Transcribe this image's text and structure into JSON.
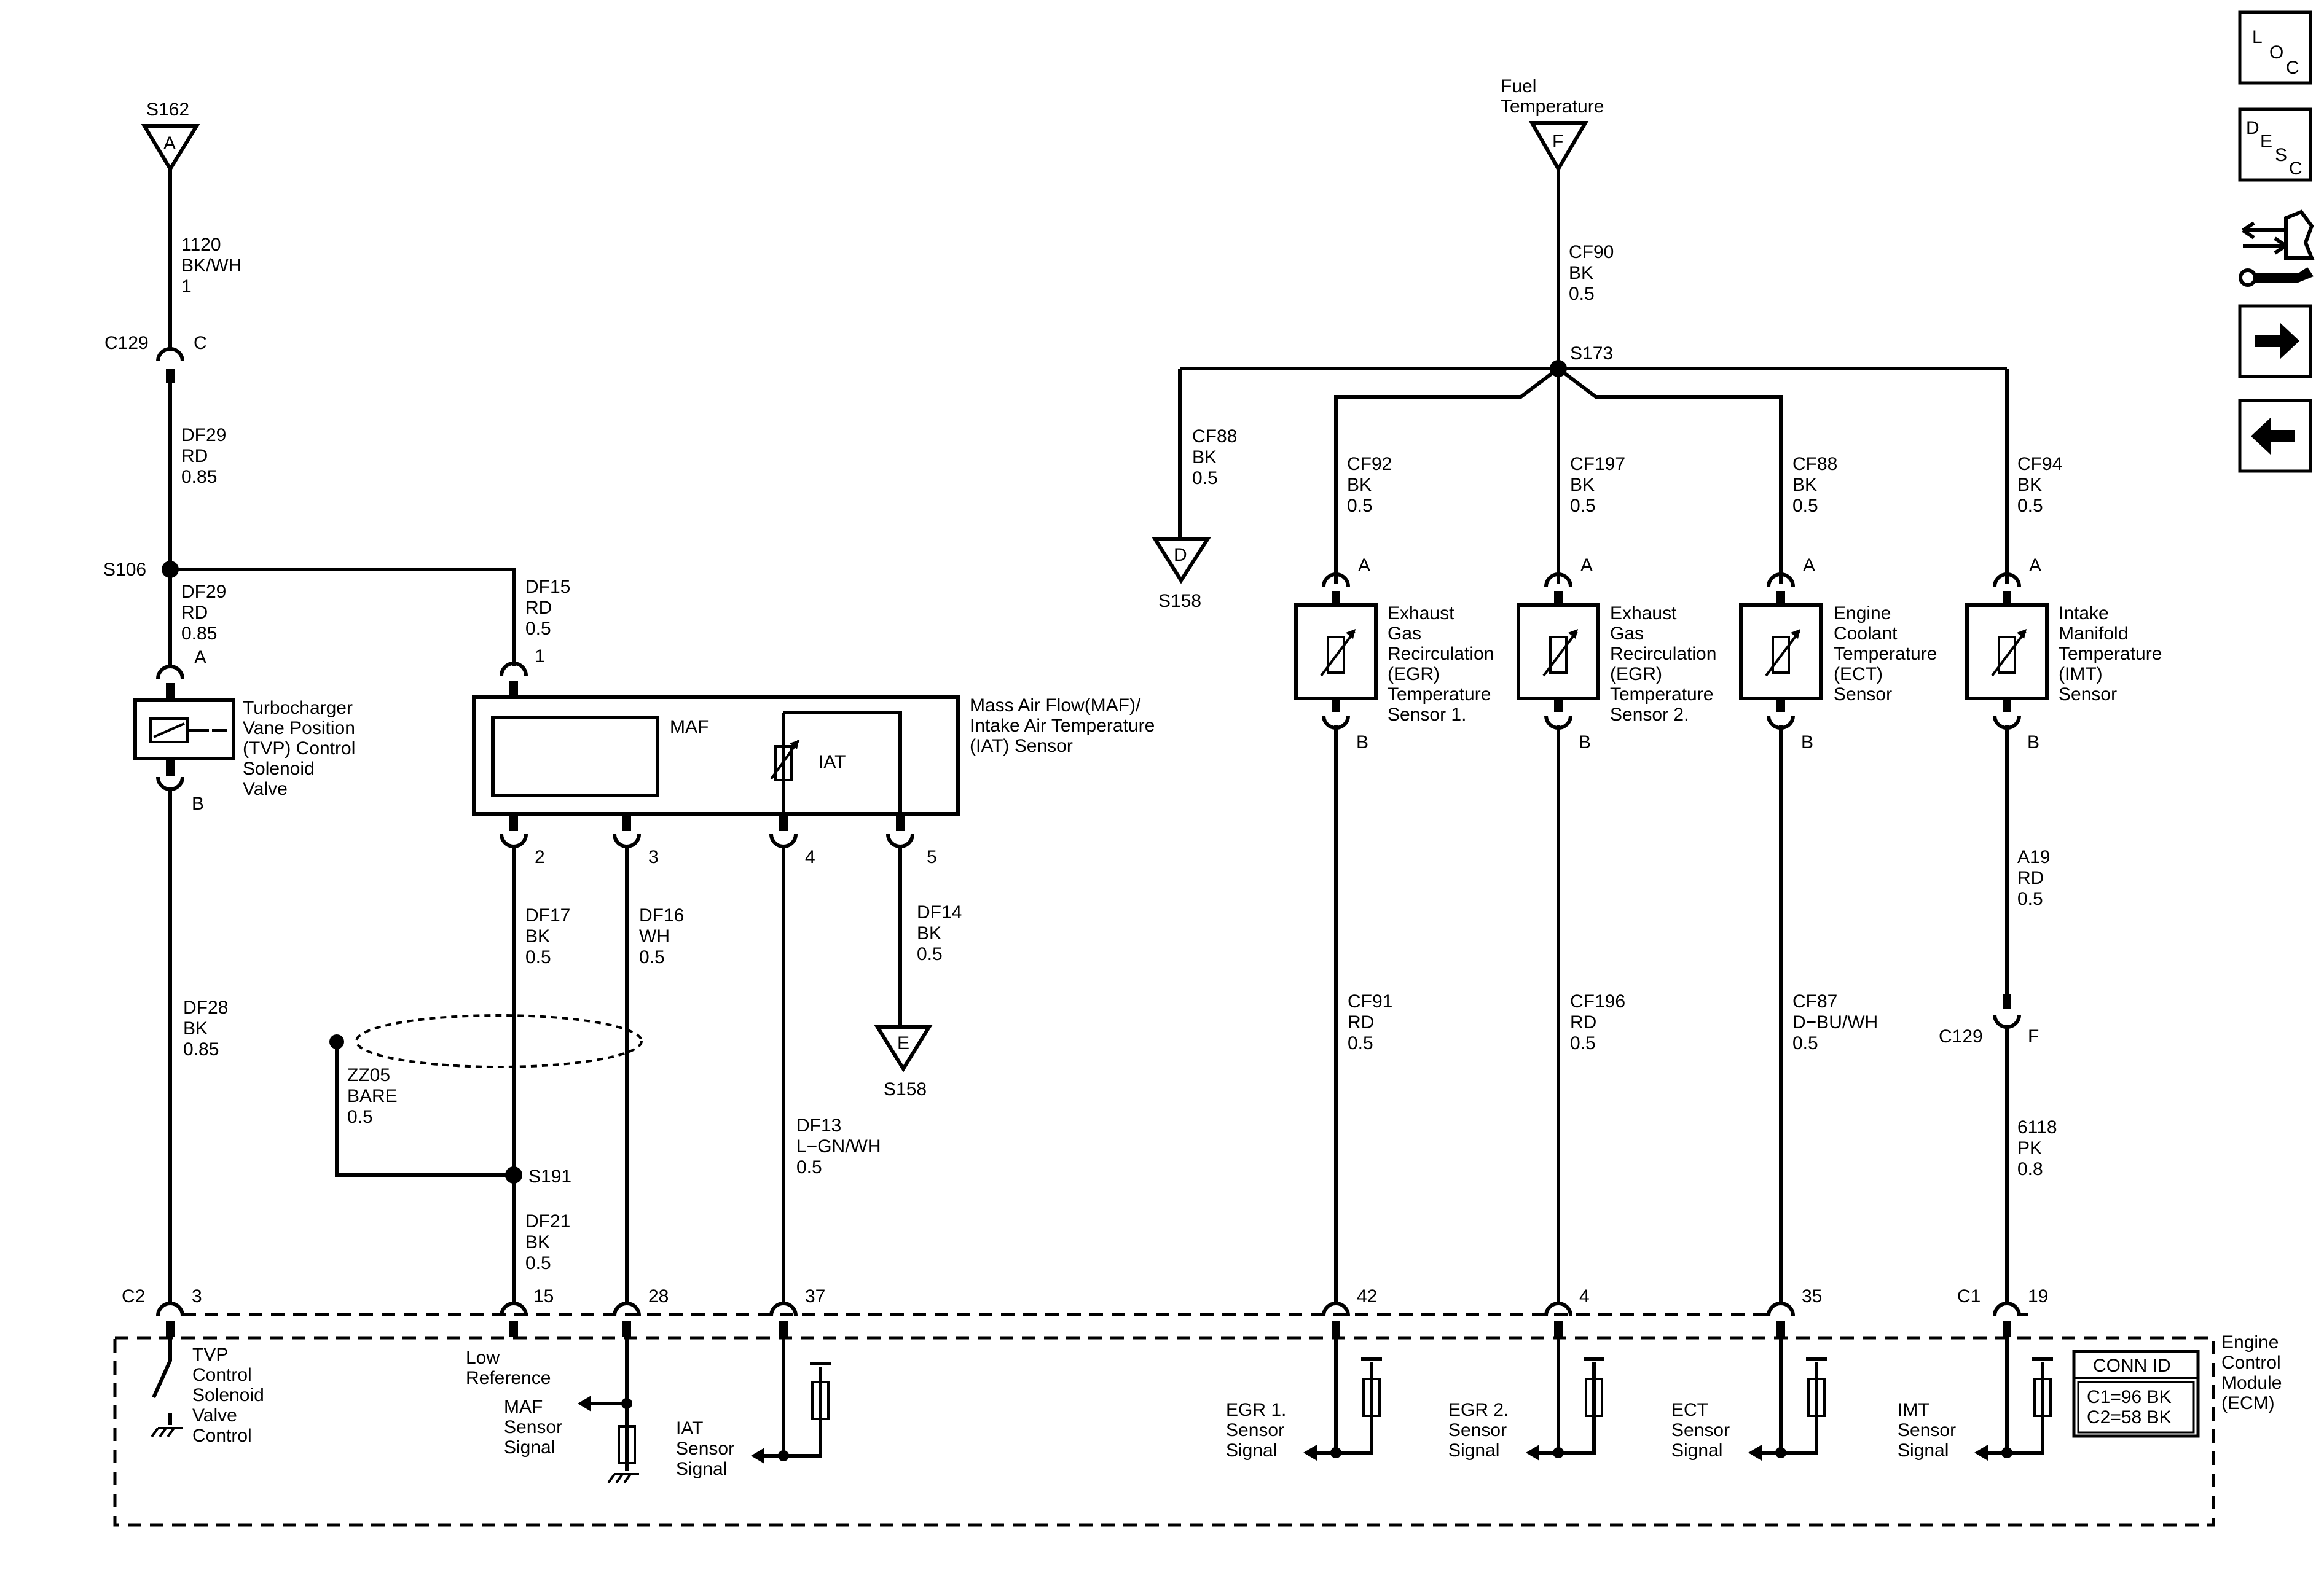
{
  "nav": {
    "loc_letters": [
      "L",
      "O",
      "C"
    ],
    "desc_letters": [
      "D",
      "E",
      "S",
      "C"
    ],
    "service_icon": "connector-wrench-icon",
    "next_icon": "arrow-right-icon",
    "prev_icon": "arrow-left-icon"
  },
  "splices": {
    "s162": "S162",
    "s162_letter": "A",
    "fuel_temp_title": [
      "Fuel",
      "Temperature"
    ],
    "fuel_temp_letter": "F",
    "s173": "S173",
    "s106": "S106",
    "s191": "S191",
    "d_letter": "D",
    "d_label": "S158",
    "e_letter": "E",
    "e_label": "S158"
  },
  "wires": {
    "w1120": [
      "1120",
      "BK/WH",
      "1"
    ],
    "df29a": [
      "DF29",
      "RD",
      "0.85"
    ],
    "df29b": [
      "DF29",
      "RD",
      "0.85"
    ],
    "df15": [
      "DF15",
      "RD",
      "0.5"
    ],
    "df28": [
      "DF28",
      "BK",
      "0.85"
    ],
    "df17": [
      "DF17",
      "BK",
      "0.5"
    ],
    "df16": [
      "DF16",
      "WH",
      "0.5"
    ],
    "df14": [
      "DF14",
      "BK",
      "0.5"
    ],
    "zz05": [
      "ZZ05",
      "BARE",
      "0.5"
    ],
    "df21": [
      "DF21",
      "BK",
      "0.5"
    ],
    "df13": [
      "DF13",
      "L−GN/WH",
      "0.5"
    ],
    "cf90": [
      "CF90",
      "BK",
      "0.5"
    ],
    "cf88a": [
      "CF88",
      "BK",
      "0.5"
    ],
    "cf92": [
      "CF92",
      "BK",
      "0.5"
    ],
    "cf197": [
      "CF197",
      "BK",
      "0.5"
    ],
    "cf88b": [
      "CF88",
      "BK",
      "0.5"
    ],
    "cf94": [
      "CF94",
      "BK",
      "0.5"
    ],
    "cf91": [
      "CF91",
      "RD",
      "0.5"
    ],
    "cf196": [
      "CF196",
      "RD",
      "0.5"
    ],
    "cf87": [
      "CF87",
      "D−BU/WH",
      "0.5"
    ],
    "a19": [
      "A19",
      "RD",
      "0.5"
    ],
    "w6118": [
      "6118",
      "PK",
      "0.8"
    ]
  },
  "connectors": {
    "c129_top": "C129",
    "c129_top_pin": "C",
    "c129_bot": "C129",
    "c129_bot_pin": "F",
    "c2": "C2",
    "c1": "C1",
    "tvp_a": "A",
    "tvp_b": "B",
    "maf_pin1": "1",
    "maf_pin2": "2",
    "maf_pin3": "3",
    "maf_pin4": "4",
    "maf_pin5": "5",
    "egr1_a": "A",
    "egr1_b": "B",
    "egr2_a": "A",
    "egr2_b": "B",
    "ect_a": "A",
    "ect_b": "B",
    "imt_a": "A",
    "imt_b": "B",
    "ecm_pins": [
      "3",
      "15",
      "28",
      "37",
      "42",
      "4",
      "35",
      "19"
    ]
  },
  "components": {
    "tvp": [
      "Turbocharger",
      "Vane Position",
      "(TVP) Control",
      "Solenoid",
      "Valve"
    ],
    "maf_sensor": [
      "Mass Air Flow(MAF)/",
      "Intake Air Temperature",
      "(IAT) Sensor"
    ],
    "maf_inner": "MAF",
    "iat_inner": "IAT",
    "egr1": [
      "Exhaust",
      "Gas",
      "Recirculation",
      "(EGR)",
      "Temperature",
      "Sensor 1."
    ],
    "egr2": [
      "Exhaust",
      "Gas",
      "Recirculation",
      "(EGR)",
      "Temperature",
      "Sensor 2."
    ],
    "ect": [
      "Engine",
      "Coolant",
      "Temperature",
      "(ECT)",
      "Sensor"
    ],
    "imt": [
      "Intake",
      "Manifold",
      "Temperature",
      "(IMT)",
      "Sensor"
    ]
  },
  "ecm": {
    "title": [
      "Engine",
      "Control",
      "Module",
      "(ECM)"
    ],
    "conn_id_title": "CONN ID",
    "conn_id_lines": [
      "C1=96 BK",
      "C2=58 BK"
    ],
    "tvp_ctrl": [
      "TVP",
      "Control",
      "Solenoid",
      "Valve",
      "Control"
    ],
    "low_ref": [
      "Low",
      "Reference"
    ],
    "maf_signal": [
      "MAF",
      "Sensor",
      "Signal"
    ],
    "iat_signal": [
      "IAT",
      "Sensor",
      "Signal"
    ],
    "egr1_signal": [
      "EGR 1.",
      "Sensor",
      "Signal"
    ],
    "egr2_signal": [
      "EGR 2.",
      "Sensor",
      "Signal"
    ],
    "ect_signal": [
      "ECT",
      "Sensor",
      "Signal"
    ],
    "imt_signal": [
      "IMT",
      "Sensor",
      "Signal"
    ]
  }
}
